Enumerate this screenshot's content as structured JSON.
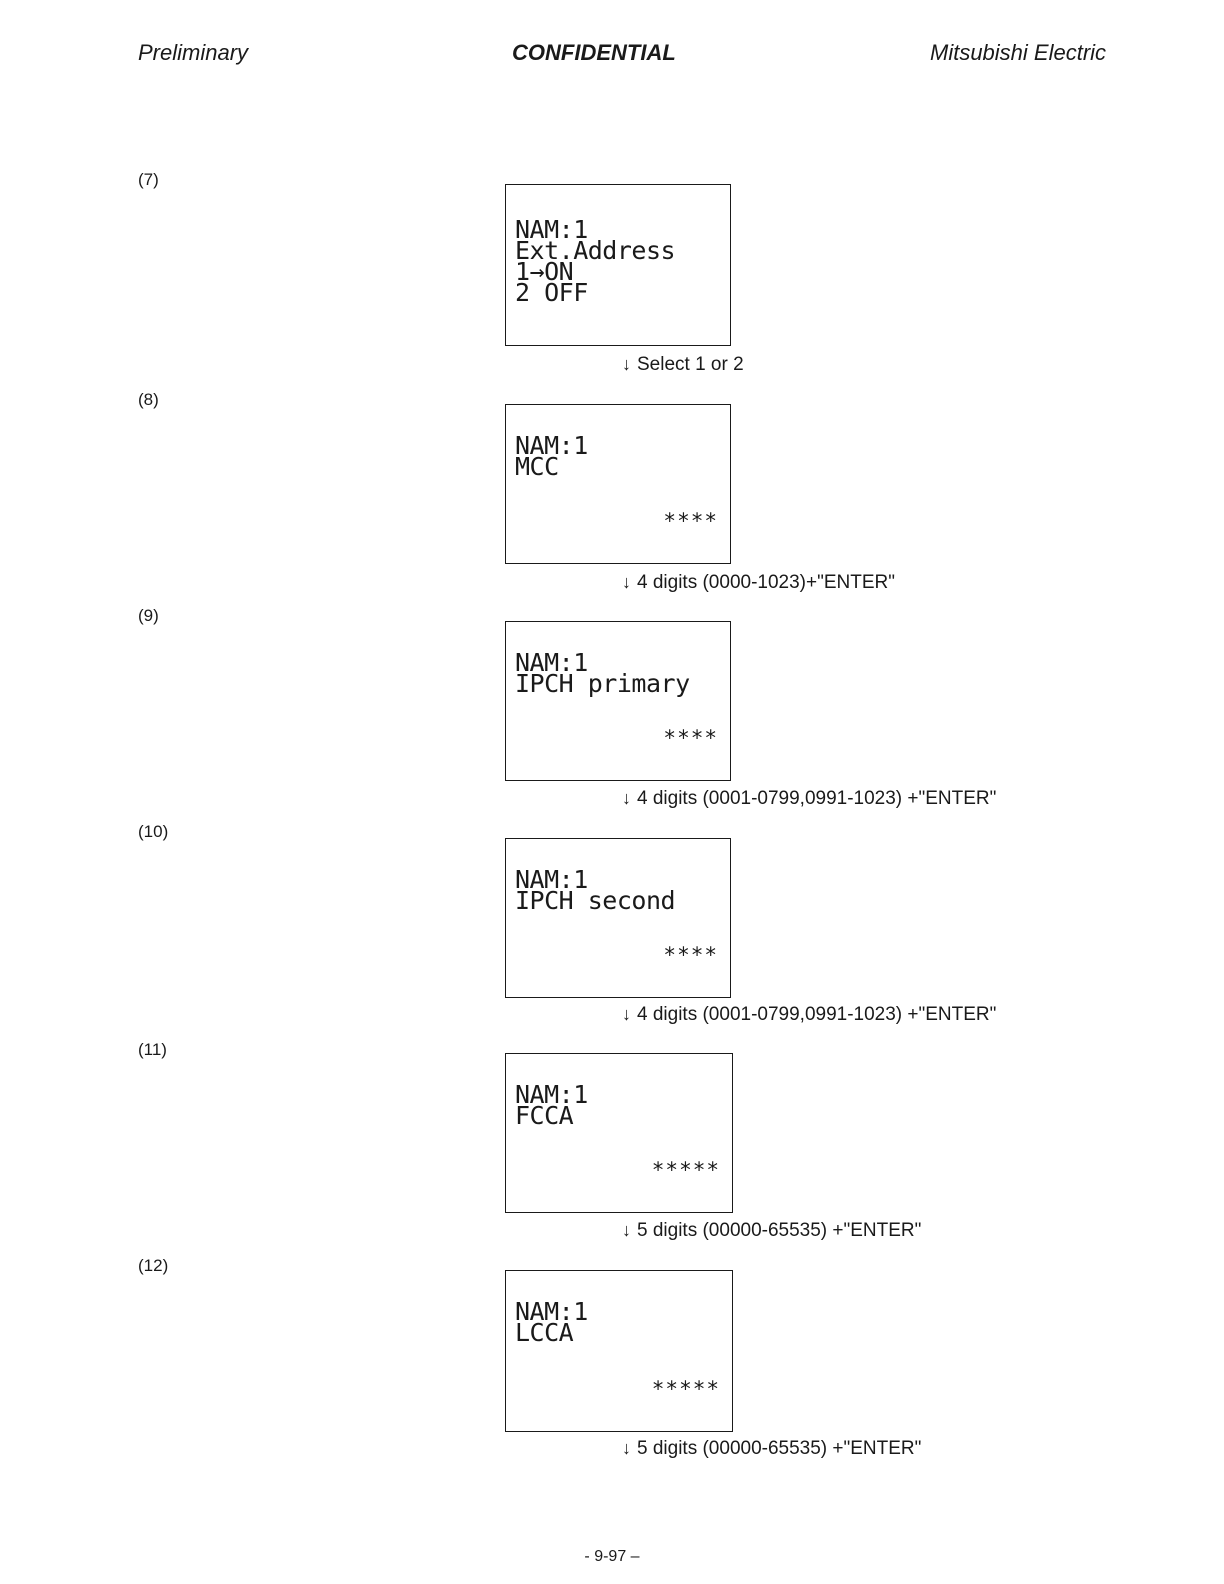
{
  "header": {
    "left": "Preliminary",
    "center": "CONFIDENTIAL",
    "right": "Mitsubishi Electric"
  },
  "steps": [
    {
      "label": "(7)",
      "screen_lines": "NAM:1\nExt.Address\n1→ON\n2 OFF",
      "screen_value": "",
      "instruction": "Select 1 or 2"
    },
    {
      "label": "(8)",
      "screen_lines": "NAM:1\nMCC",
      "screen_value": "****",
      "instruction": "4 digits (0000-1023)+\"ENTER\""
    },
    {
      "label": "(9)",
      "screen_lines": "NAM:1\nIPCH primary",
      "screen_value": "****",
      "instruction": "4 digits (0001-0799,0991-1023) +\"ENTER\""
    },
    {
      "label": "(10)",
      "screen_lines": "NAM:1\nIPCH second",
      "screen_value": "****",
      "instruction": "4 digits (0001-0799,0991-1023) +\"ENTER\""
    },
    {
      "label": "(11)",
      "screen_lines": "NAM:1\nFCCA",
      "screen_value": "*****",
      "instruction": "5 digits (00000-65535) +\"ENTER\""
    },
    {
      "label": "(12)",
      "screen_lines": "NAM:1\nLCCA",
      "screen_value": "*****",
      "instruction": "5 digits (00000-65535) +\"ENTER\""
    }
  ],
  "icons": {
    "down_arrow": "↓"
  },
  "footer": {
    "page_number": "- 9-97 –"
  }
}
